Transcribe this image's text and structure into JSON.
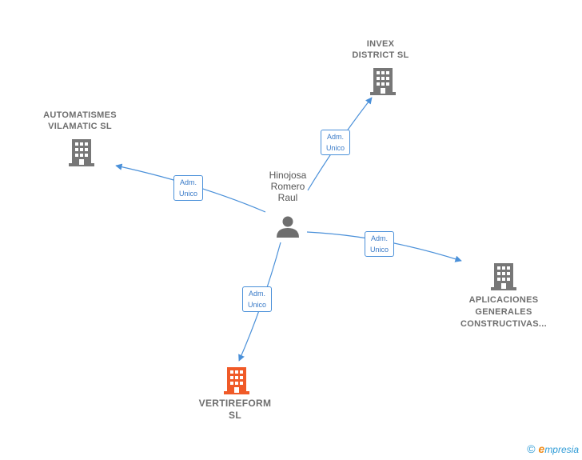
{
  "person": {
    "name_lines": [
      "Hinojosa",
      "Romero",
      "Raul"
    ]
  },
  "companies": [
    {
      "id": "invex",
      "lines": [
        "INVEX",
        "DISTRICT  SL"
      ],
      "color": "#777777"
    },
    {
      "id": "automatismes",
      "lines": [
        "AUTOMATISMES",
        "VILAMATIC  SL"
      ],
      "color": "#777777"
    },
    {
      "id": "aplicaciones",
      "lines": [
        "APLICACIONES",
        "GENERALES",
        "CONSTRUCTIVAS..."
      ],
      "color": "#777777"
    },
    {
      "id": "vertireform",
      "lines": [
        "VERTIREFORM",
        "SL"
      ],
      "color": "#f05a28"
    }
  ],
  "relations": [
    {
      "to": "invex",
      "lines": [
        "Adm.",
        "Unico"
      ]
    },
    {
      "to": "automatismes",
      "lines": [
        "Adm.",
        "Unico"
      ]
    },
    {
      "to": "aplicaciones",
      "lines": [
        "Adm.",
        "Unico"
      ]
    },
    {
      "to": "vertireform",
      "lines": [
        "Adm.",
        "Unico"
      ]
    }
  ],
  "colors": {
    "edge": "#4a90d9",
    "building": "#777777",
    "highlight": "#f05a28",
    "person": "#6e6e6e"
  },
  "footer": {
    "copyright": "©",
    "brand_initial": "e",
    "brand_rest": "mpresia"
  }
}
